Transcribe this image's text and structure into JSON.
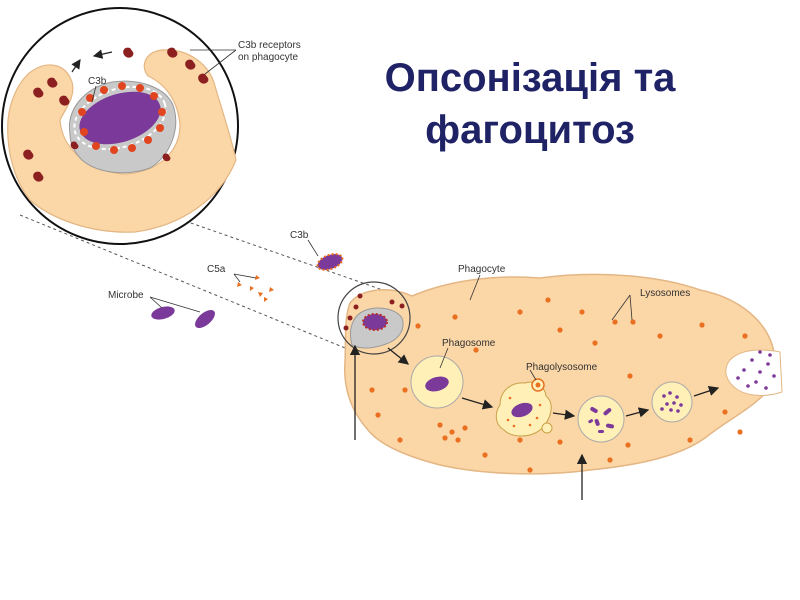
{
  "title": {
    "line1": "Опсонізація та",
    "line2": "фагоцитоз"
  },
  "labels": {
    "c3b_receptors_line1": "C3b receptors",
    "c3b_receptors_line2": "on phagocyte",
    "c3b_zoom": "C3b",
    "c3b_free": "C3b",
    "c5a": "C5a",
    "microbe": "Microbe",
    "phagocyte": "Phagocyte",
    "lysosomes": "Lysosomes",
    "phagosome": "Phagosome",
    "phagolysosome": "Phagolysosome"
  },
  "colors": {
    "cytoplasm": "#fbd6a6",
    "cell_outline": "#e4b684",
    "microbe": "#7b3a99",
    "lysosome": "#e87020",
    "c3b": "#b82c2c",
    "receptor": "#8c1f1f",
    "vesicle": "#fff0b8",
    "title": "#1f2366"
  }
}
